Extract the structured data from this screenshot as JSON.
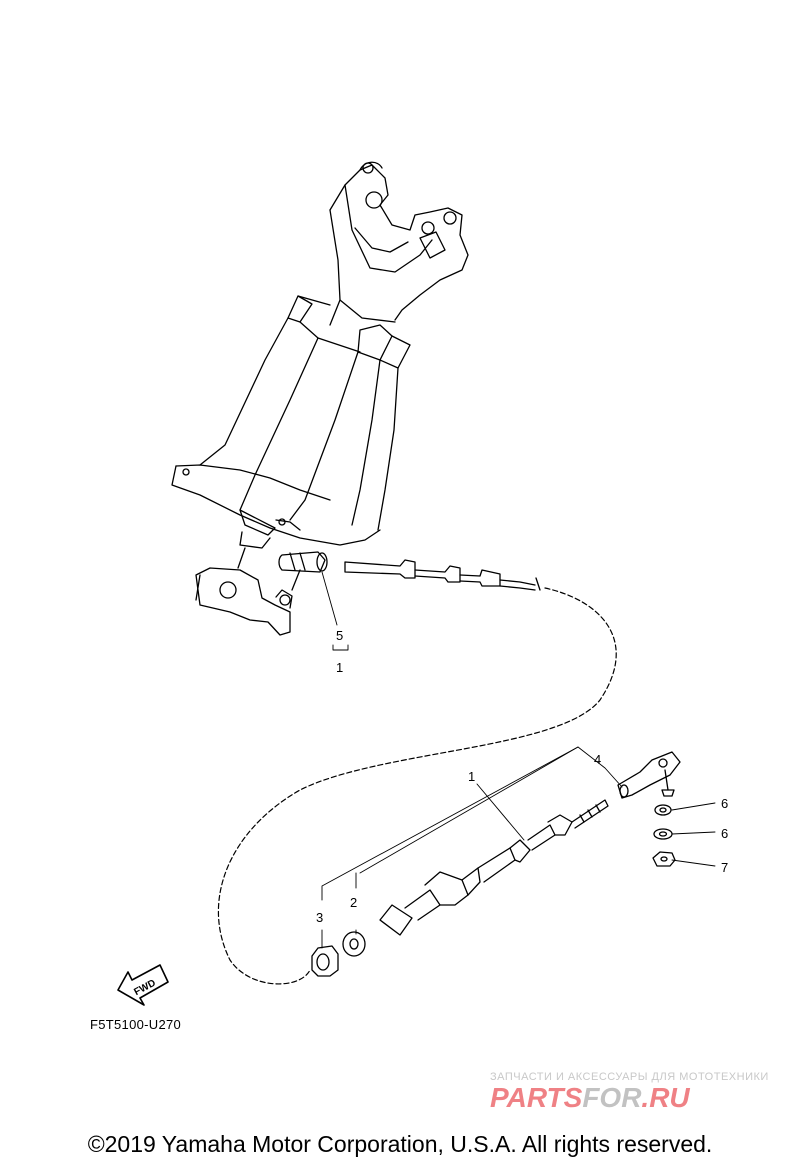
{
  "diagram": {
    "callouts": [
      {
        "id": "5",
        "text": "5"
      },
      {
        "id": "1a",
        "text": "1"
      },
      {
        "id": "4",
        "text": "4"
      },
      {
        "id": "1b",
        "text": "1"
      },
      {
        "id": "6a",
        "text": "6"
      },
      {
        "id": "6b",
        "text": "6"
      },
      {
        "id": "7",
        "text": "7"
      },
      {
        "id": "3",
        "text": "3"
      },
      {
        "id": "2",
        "text": "2"
      }
    ],
    "fwd_label": "FWD",
    "figure_code": "F5T5100-U270"
  },
  "watermark": {
    "line1": "ЗАПЧАСТИ И АКСЕССУАРЫ ДЛЯ МОТОТЕХНИКИ",
    "brand_a": "PARTS",
    "brand_b": "FOR",
    "brand_c": ".RU",
    "brand_color": "#e21b22",
    "brand_color_b": "#9a9a9a"
  },
  "footer": {
    "copyright": "©2019 Yamaha Motor Corporation, U.S.A. All rights reserved."
  }
}
